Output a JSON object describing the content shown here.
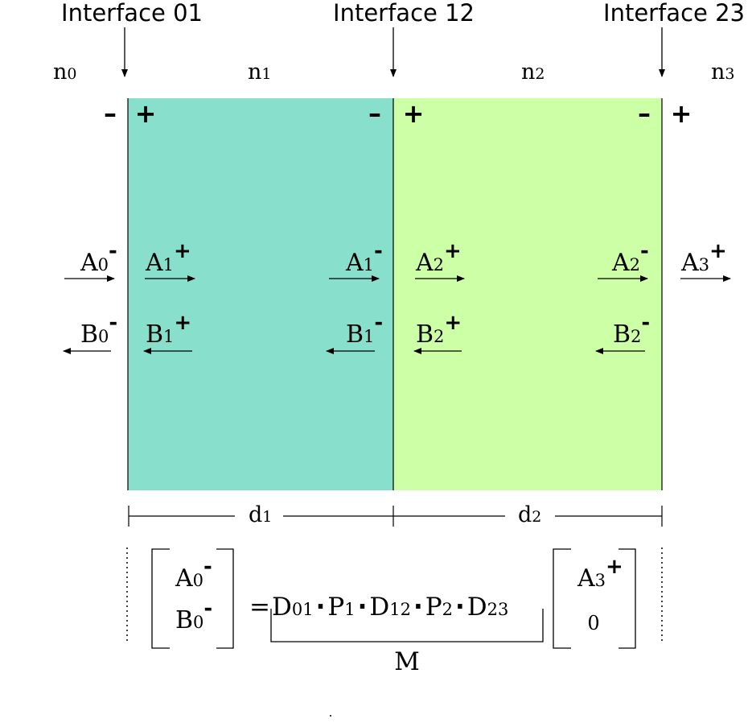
{
  "colors": {
    "layer1_fill": "#88dfcb",
    "layer2_fill": "#ccffa6",
    "line": "#000000"
  },
  "interfaces": [
    {
      "label": "Interface 01"
    },
    {
      "label": "Interface 12"
    },
    {
      "label": "Interface 23"
    }
  ],
  "media": [
    {
      "base": "n",
      "sub": "0"
    },
    {
      "base": "n",
      "sub": "1"
    },
    {
      "base": "n",
      "sub": "2"
    },
    {
      "base": "n",
      "sub": "3"
    }
  ],
  "signs": {
    "minus": "–",
    "plus": "+"
  },
  "amplitudes": [
    {
      "base": "A",
      "sub": "0",
      "sup": "-",
      "direction": "right"
    },
    {
      "base": "A",
      "sub": "1",
      "sup": "+",
      "direction": "right"
    },
    {
      "base": "A",
      "sub": "1",
      "sup": "-",
      "direction": "right"
    },
    {
      "base": "A",
      "sub": "2",
      "sup": "+",
      "direction": "right"
    },
    {
      "base": "A",
      "sub": "2",
      "sup": "-",
      "direction": "right"
    },
    {
      "base": "A",
      "sub": "3",
      "sup": "+",
      "direction": "right"
    },
    {
      "base": "B",
      "sub": "0",
      "sup": "-",
      "direction": "left"
    },
    {
      "base": "B",
      "sub": "1",
      "sup": "+",
      "direction": "left"
    },
    {
      "base": "B",
      "sub": "1",
      "sup": "-",
      "direction": "left"
    },
    {
      "base": "B",
      "sub": "2",
      "sup": "+",
      "direction": "left"
    },
    {
      "base": "B",
      "sub": "2",
      "sup": "-",
      "direction": "left"
    }
  ],
  "thickness": [
    {
      "base": "d",
      "sub": "1"
    },
    {
      "base": "d",
      "sub": "2"
    }
  ],
  "equation": {
    "lhs": [
      {
        "base": "A",
        "sub": "0",
        "sup": "-"
      },
      {
        "base": "B",
        "sub": "0",
        "sup": "-"
      }
    ],
    "equals": "=",
    "terms": [
      {
        "base": "D",
        "sub": "01"
      },
      {
        "base": "P",
        "sub": "1"
      },
      {
        "base": "D",
        "sub": "12"
      },
      {
        "base": "P",
        "sub": "2"
      },
      {
        "base": "D",
        "sub": "23"
      }
    ],
    "matrix_label": "M",
    "rhs": [
      {
        "base": "A",
        "sub": "3",
        "sup": "+"
      },
      {
        "base": "0"
      }
    ]
  }
}
